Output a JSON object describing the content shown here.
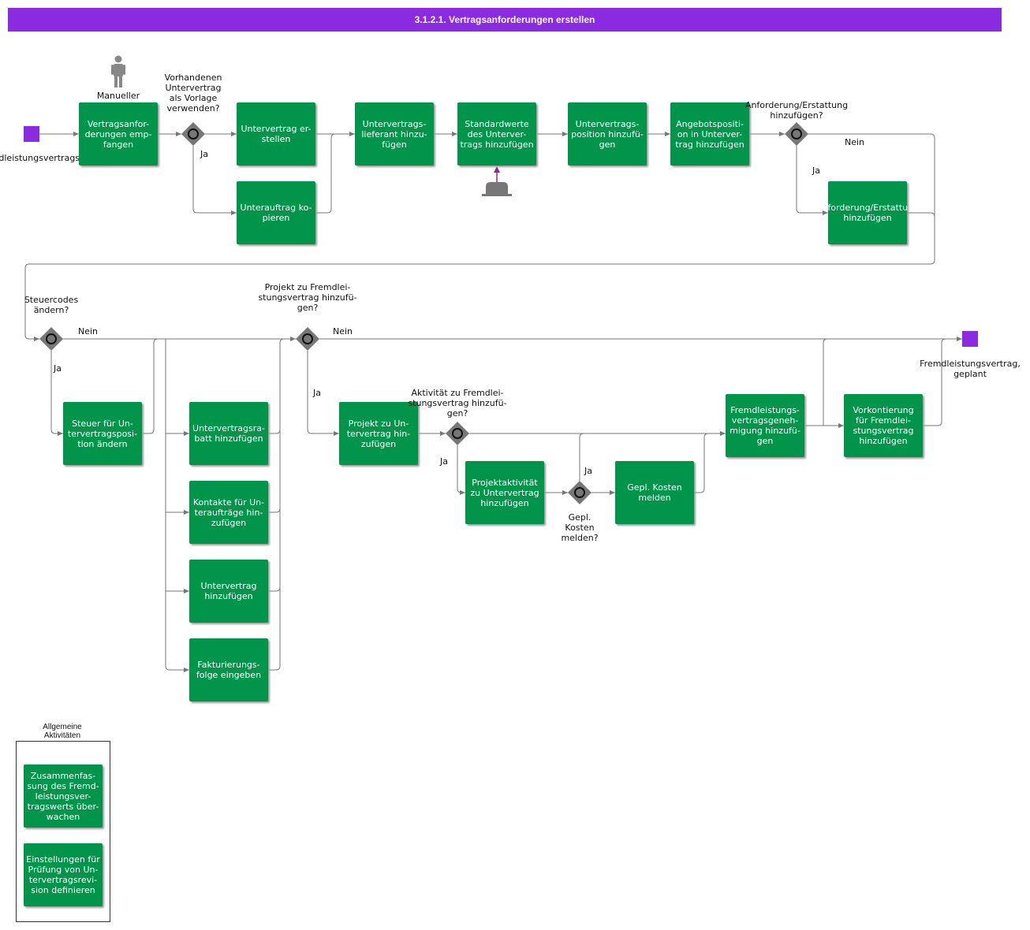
{
  "title": "3.1.2.1. Vertragsanforderungen erstellen",
  "colors": {
    "title_bg": "#8a2be2",
    "task": "#00954a",
    "event": "#8a2be2",
    "gateway": "#777777",
    "line": "#777777",
    "arrow_up": "#8a2b8a"
  },
  "events": {
    "start_label": "Fremdleistungsvertragsanforderung",
    "end_label": "Fremdleistungsvertrag,\ngeplant"
  },
  "role": {
    "label": "Manueller\nSchritt",
    "icon": "person-icon"
  },
  "system_icon": "system-bell-icon",
  "tasks": {
    "empfangen": "Vertragsanfor-\nderungen emp-\nfangen",
    "erstellen": "Untervertrag er-\nstellen",
    "kopieren": "Unterauftrag ko-\npieren",
    "lieferant": "Untervertrags-\nlieferant hinzu-\nfügen",
    "standardwerte": "Standardwerte\ndes Unterver-\ntrags hinzufügen",
    "position": "Untervertrags-\nposition hinzufü-\ngen",
    "angebot": "Angebotspositi-\non in Unterver-\ntrag hinzufügen",
    "anforderung": "Anforderung/Erstattung\nhinzufügen",
    "steuer": "Steuer für Un-\ntervertragsposi-\ntion ändern",
    "rabatt": "Untervertragsra-\nbatt hinzufügen",
    "kontakte": "Kontakte für Un-\nteraufträge hin-\nzufügen",
    "untervertrag": "Untervertrag\nhinzufügen",
    "fakturierung": "Fakturierungs-\nfolge eingeben",
    "projekt": "Projekt zu Un-\ntervertrag hin-\nzufügen",
    "projektaktivitaet": "Projektaktivität\nzu Untervertrag\nhinzufügen",
    "kosten": "Gepl. Kosten\nmelden",
    "genehmigung": "Fremdleistungs-\nvertragsgeneh-\nmigung hinzufü-\ngen",
    "vorkontierung": "Vorkontierung\nfür Fremdlei-\nstungsvertrag\nhinzufügen",
    "zusammenfassung": "Zusammenfas-\nsung des Fremd-\nleistungsver-\ntragswerts über-\nwachen",
    "einstellungen": "Einstellungen für\nPrüfung von Un-\ntervertragsrevi-\nsion definieren"
  },
  "gateways": {
    "vorlage": "Vorhandenen\nUntervertrag\nals Vorlage\nverwenden?",
    "anforderung": "Anforderung/Erstattung\nhinzufügen?",
    "steuercodes": "Steuercodes\nändern?",
    "projekt": "Projekt zu Fremdlei-\nstungsvertrag hinzufü-\ngen?",
    "aktivitaet": "Aktivität zu Fremdlei-\nstungsvertrag hinzufü-\ngen?",
    "kosten": "Gepl.\nKosten\nmelden?"
  },
  "branch_labels": {
    "ja": "Ja",
    "nein": "Nein"
  },
  "legend": {
    "title": "Allgemeine\nAktivitäten"
  }
}
